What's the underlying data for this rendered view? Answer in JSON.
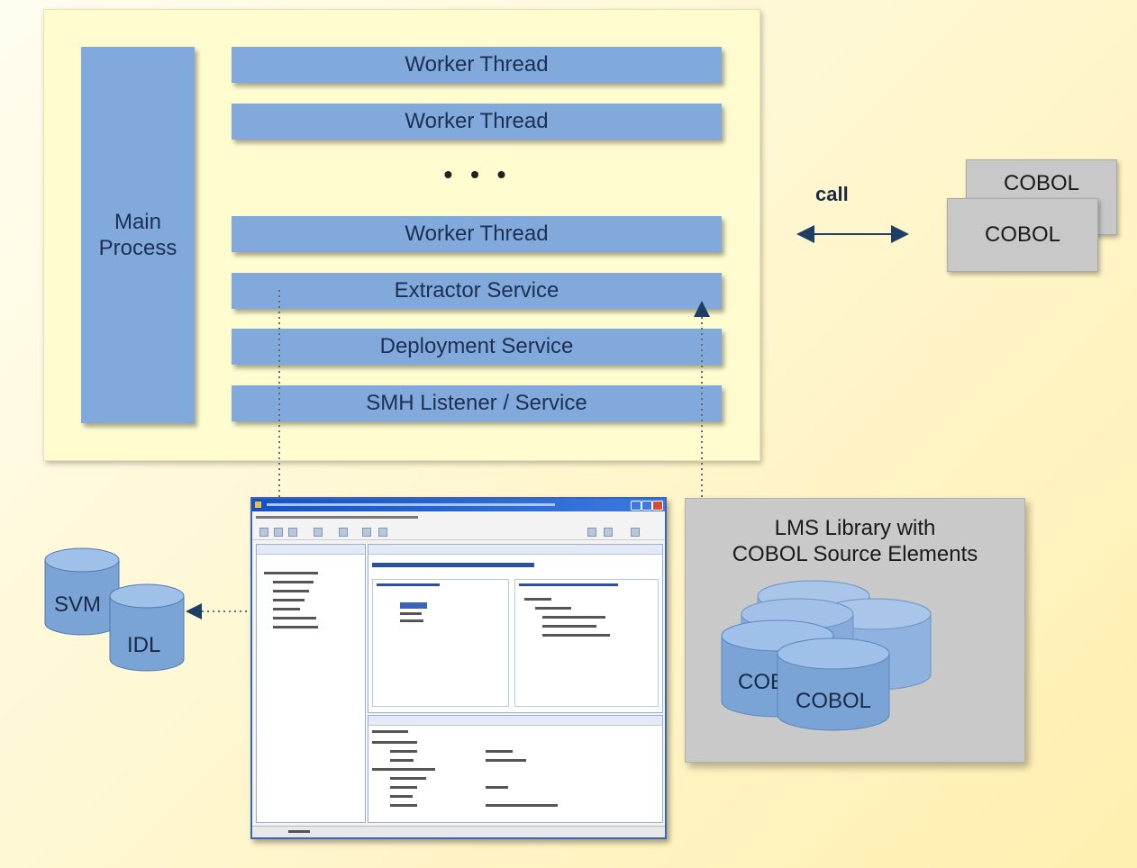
{
  "main_process": {
    "line1": "Main",
    "line2": "Process"
  },
  "threads": [
    {
      "label": "Worker Thread"
    },
    {
      "label": "Worker Thread"
    },
    {
      "label": "Worker Thread"
    }
  ],
  "ellipsis": "• • •",
  "services": [
    {
      "label": "Extractor Service"
    },
    {
      "label": "Deployment Service"
    },
    {
      "label": "SMH Listener / Service"
    }
  ],
  "call": {
    "label": "call"
  },
  "cobol_cards": [
    {
      "label": "COBOL"
    },
    {
      "label": "COBOL"
    }
  ],
  "lms": {
    "line1": "LMS Library with",
    "line2": "COBOL Source Elements",
    "db_labels": [
      "COB",
      "COBOL"
    ]
  },
  "databases": [
    {
      "label": "SVM"
    },
    {
      "label": "IDL"
    }
  ],
  "colors": {
    "box_blue": "#81a9dc",
    "panel_yellow": "#fffdd0",
    "arrow_navy": "#1d3f66",
    "lms_gray": "#c9c9c9",
    "db_blue": "#7aa3d6"
  }
}
